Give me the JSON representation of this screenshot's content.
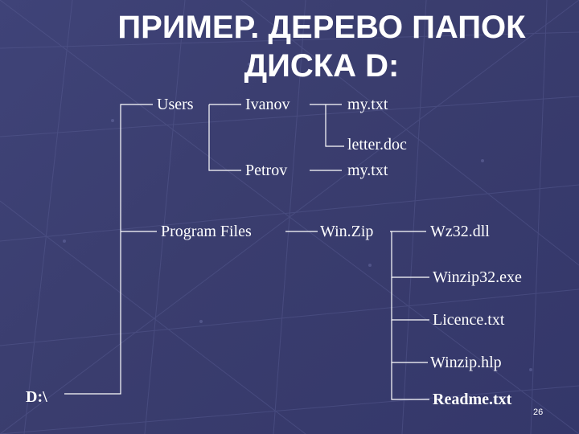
{
  "title": {
    "line1": "ПРИМЕР. ДЕРЕВО ПАПОК",
    "line2": "ДИСКА D:"
  },
  "tree": {
    "root": "D:\\",
    "users": "Users",
    "ivanov": "Ivanov",
    "ivanov_file1": "my.txt",
    "ivanov_file2": "letter.doc",
    "petrov": "Petrov",
    "petrov_file1": "my.txt",
    "program_files": "Program Files",
    "winzip": "Win.Zip",
    "wz32": "Wz32.dll",
    "winzip_exe": "Winzip32.exe",
    "licence": "Licence.txt",
    "winzip_hlp": "Winzip.hlp",
    "readme": "Readme.txt"
  },
  "page_number": "26",
  "colors": {
    "background": "#3a3d6e",
    "text": "#ffffff",
    "lines": "#ffffff"
  }
}
